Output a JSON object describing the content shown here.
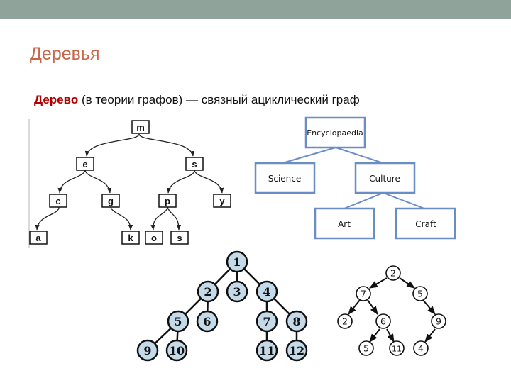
{
  "slide": {
    "title": "Деревья",
    "definition_term": "Дерево",
    "definition_rest": " (в теории графов) — связный ациклический граф",
    "colors": {
      "top_bar": "#8fa39b",
      "title": "#c8664a",
      "term": "#b00000",
      "tree_c_node_fill": "#c5dae8",
      "tree_b_box_stroke": "#6a8dc6"
    }
  },
  "tree_letters": {
    "root": "m",
    "level2": [
      "e",
      "s"
    ],
    "level3": [
      "c",
      "g",
      "p",
      "y"
    ],
    "leaves": [
      "a",
      "k",
      "o",
      "s"
    ]
  },
  "tree_encyclopaedia": {
    "root": "Encyclopaedia",
    "children": [
      "Science",
      "Culture"
    ],
    "grandchildren": [
      "Art",
      "Craft"
    ]
  },
  "tree_numbers_general": {
    "nodes": [
      "1",
      "2",
      "3",
      "4",
      "5",
      "6",
      "7",
      "8",
      "9",
      "10",
      "11",
      "12"
    ]
  },
  "tree_binary": {
    "nodes": [
      "2",
      "7",
      "5",
      "2",
      "6",
      "9",
      "5",
      "11",
      "4"
    ]
  }
}
